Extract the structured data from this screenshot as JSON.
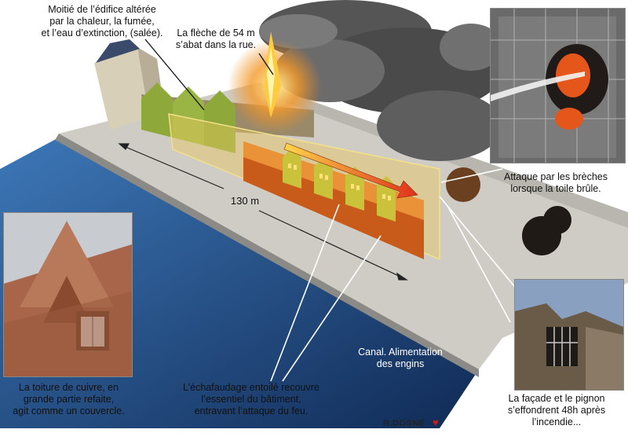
{
  "labels": {
    "moitie": "Moitié de l’édifice altérée\npar la chaleur, la fumée,\net l’eau d’extinction, (salée).",
    "fleche": "La flèche de 54 m\ns’abat dans la rue.",
    "attaque": "Attaque par les brèches\nlorsque la toile brûle.",
    "longueur": "130 m",
    "canal": "Canal. Alimentation\ndes engins",
    "toiture": "La toiture de cuivre, en\ngrande partie refaite,\nagit comme un couvercle.",
    "echafaudage": "L’échafaudage entoilé recouvre\nl’essentiel du bâtiment,\nentravant l’attaque du feu.",
    "facade": "La façade et le pignon\ns’effondrent 48h après\nl’incendie...",
    "signature": "R.DOSNE"
  },
  "icons": {
    "heart": "♥"
  },
  "colors": {
    "water": "#2a5c99",
    "street": "#c9c6c1",
    "scaffold": "#e8c860",
    "fire": "#f08a1a",
    "smoke": "#5a5a5a",
    "roof_green": "#8fa83a",
    "arrow": "#e04010"
  }
}
